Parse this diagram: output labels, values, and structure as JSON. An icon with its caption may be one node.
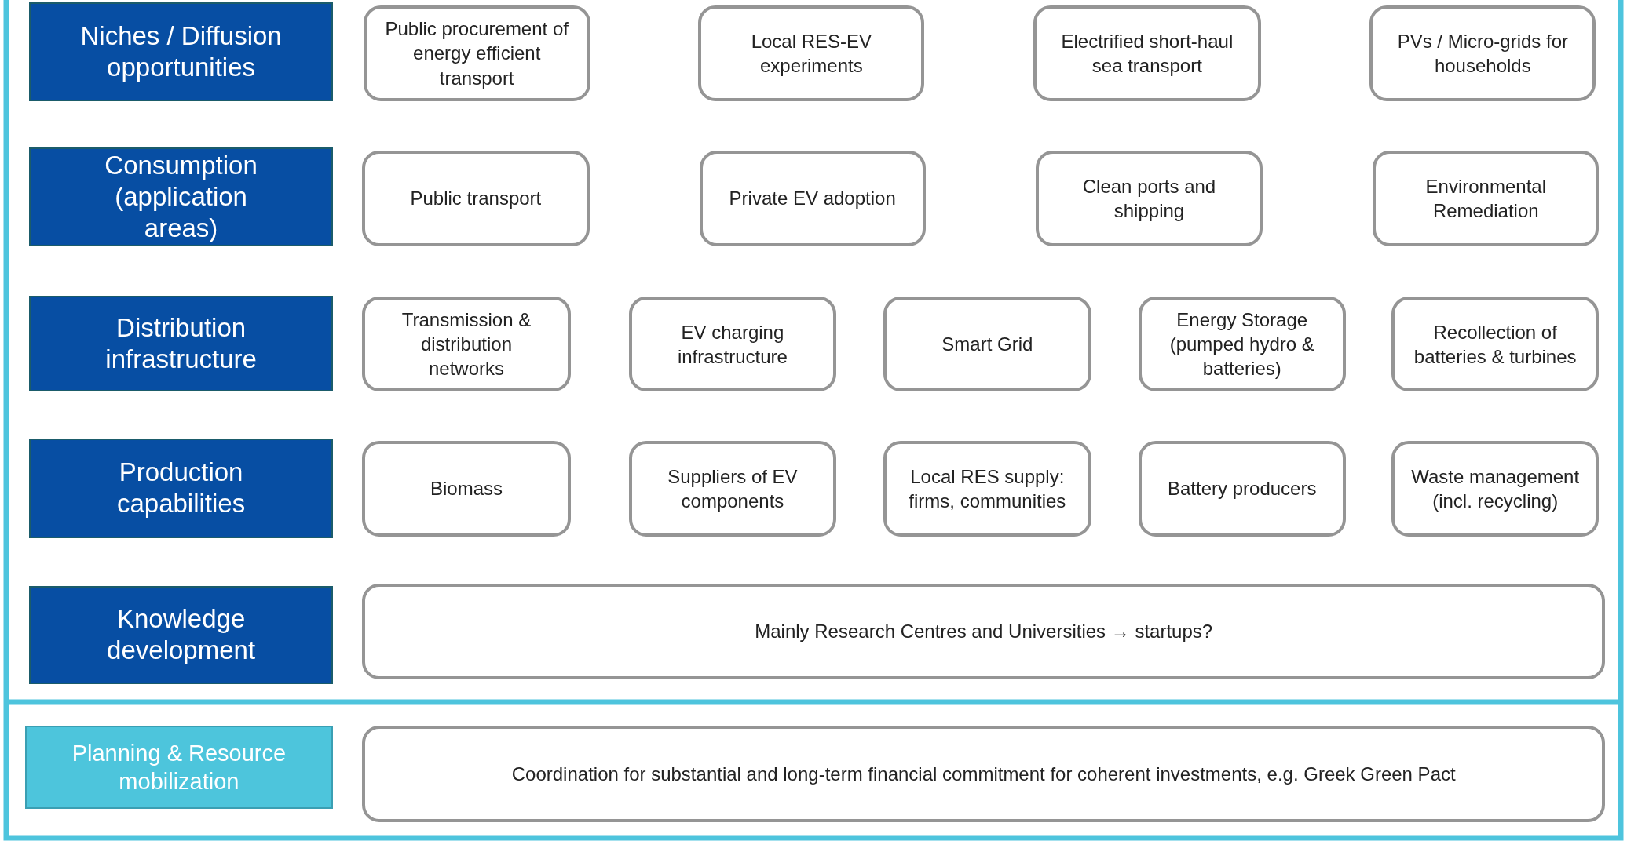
{
  "diagram": {
    "nodes": [
      {
        "text": [
          "Niches / Diffusion opportunities"
        ]
      },
      {
        "text": [
          "Public procurement of energy efficient transport"
        ]
      },
      {
        "text": [
          "Local RES-EV experiments"
        ]
      },
      {
        "text": [
          "Electrified short-haul sea transport"
        ]
      },
      {
        "text": [
          "PVs / Micro-grids for households"
        ]
      },
      {
        "text": [
          "Consumption (application areas)"
        ]
      },
      {
        "text": [
          "Public transport"
        ]
      },
      {
        "text": [
          "Private EV adoption"
        ]
      },
      {
        "text": [
          "Clean ports and shipping"
        ]
      },
      {
        "text": [
          "Environmental Remediation"
        ]
      },
      {
        "text": [
          "Distribution infrastructure"
        ]
      },
      {
        "text": [
          "Transmission & distribution networks"
        ]
      },
      {
        "text": [
          "EV charging infrastructure"
        ]
      },
      {
        "text": [
          "Smart Grid"
        ]
      },
      {
        "text": [
          "Energy Storage (pumped hydro & batteries)"
        ]
      },
      {
        "text": [
          "Recollection of batteries & turbines"
        ]
      },
      {
        "text": [
          "Production capabilities"
        ]
      },
      {
        "text": [
          "Biomass"
        ]
      },
      {
        "text": [
          "Suppliers of EV components"
        ]
      },
      {
        "text": [
          "Local RES supply: firms, communities"
        ]
      },
      {
        "text": [
          "Battery producers"
        ]
      },
      {
        "text": [
          "Waste management (incl. recycling)"
        ]
      },
      {
        "text": [
          "Knowledge development"
        ]
      },
      {
        "text": [
          "Mainly Research Centres and Universities → startups?"
        ]
      },
      {
        "text": [
          "Planning & Resource mobilization"
        ]
      },
      {
        "text": [
          "Coordination for substantial and long-term financial commitment for coherent investments, e.g. Greek Green Pact"
        ]
      }
    ]
  }
}
